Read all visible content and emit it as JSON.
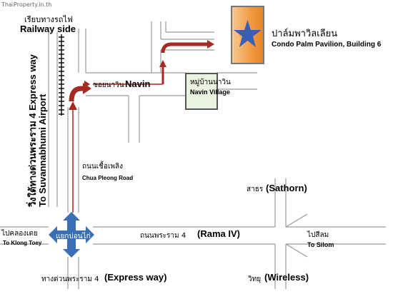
{
  "watermark": "ThaiProperty.in.th",
  "railway": {
    "thai": "เรียบทางรถไฟ",
    "en": "Railway side"
  },
  "expressway_vertical": {
    "thai": "วิ่งใต้ทางด่วนพระราม 4 Express way",
    "en": "To Suvannabhumi Airport"
  },
  "soi_navin": {
    "thai": "ซอยนาวิน",
    "en": "Navin"
  },
  "village": {
    "thai": "หมู่บ้านนาวิน",
    "en": "Navin Village"
  },
  "condo": {
    "thai": "ปาล์มพาวิลเลียน",
    "en": "Condo Palm Pavilion, Building 6"
  },
  "chua_pleong": {
    "thai": "ถนนเชื้อเพลิง",
    "en": "Chua Pleong Road"
  },
  "sathorn": {
    "thai": "สาธร",
    "en": "(Sathorn)"
  },
  "rama4": {
    "thai": "ถนนพระราม 4",
    "en": "(Rama IV)"
  },
  "klong_toey": {
    "thai": "ไปคลองเตย",
    "en": "To Klong Toey"
  },
  "junction": {
    "thai": "แยกบ่อนไก่"
  },
  "silom": {
    "thai": "ไปสีลม",
    "en": "To Silom"
  },
  "expressway_bottom": {
    "thai": "ทางด่วนพระราม 4",
    "en": "(Express way)"
  },
  "wireless": {
    "thai": "วิทยุ",
    "en": "(Wireless)"
  },
  "colors": {
    "route": "#a52a22",
    "road": "#8a8a8a",
    "junction": "#3a6fb5",
    "star": "#3b5fb0"
  }
}
